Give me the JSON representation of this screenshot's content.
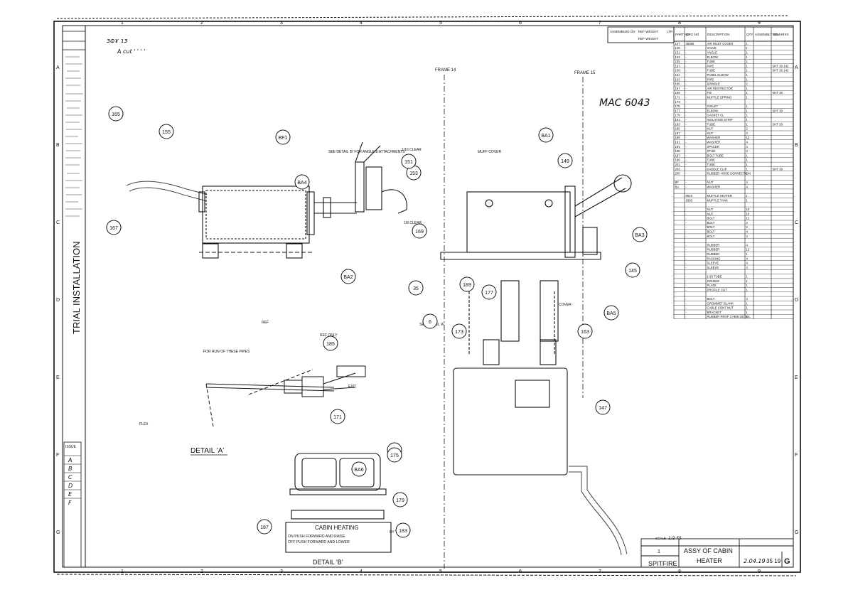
{
  "drawing": {
    "mac_number": "MAC 6043",
    "side_label": "TRIAL INSTALLATION",
    "stamp_handwritten": "2.04.19",
    "frame_left": "FRAME 14",
    "frame_right": "FRAME 15",
    "detail_a_label": "DETAIL 'A'",
    "detail_b_label": "DETAIL 'B'",
    "cabin_heating": {
      "title": "CABIN HEATING",
      "line1": "ON PUSH FORWARD AND RAISE",
      "line2": "OFF PUSH FORWARD AND LOWER"
    },
    "notes": {
      "ref_only": "REF ONLY",
      "detail_b_pos": "SEE DETAIL 'B' FOR ANGLE & ATTACHMENTS",
      "first_run": "FOR RUN OF THESE PIPES",
      "see_detail_a": "SEE DETAIL 'A'",
      "muff_cover": "MUFF COVER",
      "cover": "COVER",
      "clear_1": "1/8 CLEAR",
      "clear_2": "1/16 CLEAR",
      "exit": "EXIT",
      "ref": "REF",
      "flex": "FLEX",
      "by_trial": "BY TRIAL"
    },
    "balloons": [
      "155",
      "167",
      "165",
      "153",
      "151",
      "149",
      "181",
      "179",
      "183",
      "187",
      "189",
      "173",
      "171",
      "177",
      "147",
      "163",
      "185",
      "145",
      "175",
      "169",
      "35",
      "6",
      "BF1",
      "BA1",
      "BA2",
      "BA3",
      "BA4",
      "BA5",
      "BA6"
    ]
  },
  "parts_header": {
    "assembled_on": "ASSEMBLED ON",
    "ref_weight": "REF WEIGHT",
    "ltr": "LTR",
    "part_no": "PART NO",
    "drg_no": "DRG NO",
    "description": "DESCRIPTION",
    "qty": "QTY",
    "assembly_on": "ASSEMBLY ON",
    "remarks": "REMARKS"
  },
  "parts_list": [
    {
      "item": "147",
      "drg": "35096",
      "desc": "AIR INLET COVER",
      "qty": "1",
      "rem": ""
    },
    {
      "item": "149",
      "drg": "-",
      "desc": "VALVE",
      "qty": "1",
      "rem": ""
    },
    {
      "item": "151",
      "drg": "-",
      "desc": "ANGLE",
      "qty": "1",
      "rem": ""
    },
    {
      "item": "153",
      "drg": "-",
      "desc": "ELBOW",
      "qty": "1",
      "rem": ""
    },
    {
      "item": "155",
      "drg": "-",
      "desc": "TUBE",
      "qty": "1",
      "rem": ""
    },
    {
      "item": "157",
      "drg": "-",
      "desc": "PIPE",
      "qty": "1",
      "rem": "SHT 30 142"
    },
    {
      "item": "159",
      "drg": "-",
      "desc": "TUBE",
      "qty": "1",
      "rem": "SHT 30 142"
    },
    {
      "item": "161",
      "drg": "-",
      "desc": "PANEL ELBOW",
      "qty": "1",
      "rem": ""
    },
    {
      "item": "163",
      "drg": "-",
      "desc": "PIPE",
      "qty": "1",
      "rem": ""
    },
    {
      "item": "165",
      "drg": "-",
      "desc": "SPINDLE",
      "qty": "2",
      "rem": ""
    },
    {
      "item": "167",
      "drg": "-",
      "desc": "AIR RESTRICTOR",
      "qty": "1",
      "rem": ""
    },
    {
      "item": "169",
      "drg": "-",
      "desc": "TIE",
      "qty": "1",
      "rem": "SHT 30"
    },
    {
      "item": "171",
      "drg": "-",
      "desc": "MUFFLE SPRING",
      "qty": "1",
      "rem": ""
    },
    {
      "item": "173",
      "drg": "-",
      "desc": "",
      "qty": "",
      "rem": ""
    },
    {
      "item": "175",
      "drg": "-",
      "desc": "3 INLET",
      "qty": "1",
      "rem": ""
    },
    {
      "item": "177",
      "drg": "-",
      "desc": "ELBOW",
      "qty": "1",
      "rem": "SHT 30"
    },
    {
      "item": "179",
      "drg": "-",
      "desc": "GASKET CL",
      "qty": "1",
      "rem": ""
    },
    {
      "item": "181",
      "drg": "-",
      "desc": "ISOLATING STRIP",
      "qty": "1",
      "rem": ""
    },
    {
      "item": "183",
      "drg": "-",
      "desc": "TUBE",
      "qty": "1",
      "rem": "SHT 30"
    },
    {
      "item": "185",
      "drg": "-",
      "desc": "NUT",
      "qty": "2",
      "rem": ""
    },
    {
      "item": "187",
      "drg": "-",
      "desc": "NUT",
      "qty": "2",
      "rem": ""
    },
    {
      "item": "189",
      "drg": "-",
      "desc": "WASHER",
      "qty": "12",
      "rem": ""
    },
    {
      "item": "191",
      "drg": "-",
      "desc": "WASHER",
      "qty": "4",
      "rem": ""
    },
    {
      "item": "193",
      "drg": "-",
      "desc": "SPACER",
      "qty": "4",
      "rem": ""
    },
    {
      "item": "195",
      "drg": "-",
      "desc": "STUD",
      "qty": "2",
      "rem": ""
    },
    {
      "item": "197",
      "drg": "-",
      "desc": "BOLT TUBE",
      "qty": "1",
      "rem": ""
    },
    {
      "item": "199",
      "drg": "-",
      "desc": "TUBE",
      "qty": "1",
      "rem": ""
    },
    {
      "item": "201",
      "drg": "-",
      "desc": "TUBE",
      "qty": "1",
      "rem": ""
    },
    {
      "item": "203",
      "drg": "-",
      "desc": "SADDLE CLIP",
      "qty": "1",
      "rem": "SHT 30"
    },
    {
      "item": "205",
      "drg": "-",
      "desc": "RUBBER HOSE CONNECTION",
      "qty": "1",
      "rem": ""
    },
    {
      "item": "",
      "drg": "",
      "desc": "",
      "qty": "",
      "rem": ""
    },
    {
      "item": "BF",
      "drg": "-",
      "desc": "NUT",
      "qty": "4",
      "rem": ""
    },
    {
      "item": "BA",
      "drg": "-",
      "desc": "WASHER",
      "qty": "4",
      "rem": ""
    },
    {
      "item": "",
      "drg": "",
      "desc": "",
      "qty": "",
      "rem": ""
    },
    {
      "item": "",
      "drg": "9510",
      "desc": "MUFFLE HEATER",
      "qty": "1",
      "rem": ""
    },
    {
      "item": "",
      "drg": "1683",
      "desc": "MUFFLE TANK",
      "qty": "1",
      "rem": ""
    },
    {
      "item": "",
      "drg": "",
      "desc": "",
      "qty": "",
      "rem": ""
    },
    {
      "item": "",
      "drg": "-",
      "desc": "NUT",
      "qty": "10",
      "rem": ""
    },
    {
      "item": "",
      "drg": "-",
      "desc": "NUT",
      "qty": "10",
      "rem": ""
    },
    {
      "item": "",
      "drg": "-",
      "desc": "BOLT",
      "qty": "12",
      "rem": ""
    },
    {
      "item": "",
      "drg": "-",
      "desc": "BOLT",
      "qty": "2",
      "rem": ""
    },
    {
      "item": "",
      "drg": "-",
      "desc": "BOLT",
      "qty": "2",
      "rem": ""
    },
    {
      "item": "",
      "drg": "-",
      "desc": "BOLT",
      "qty": "4",
      "rem": ""
    },
    {
      "item": "",
      "drg": "-",
      "desc": "BOLT",
      "qty": "4",
      "rem": ""
    },
    {
      "item": "",
      "drg": "",
      "desc": "",
      "qty": "",
      "rem": ""
    },
    {
      "item": "",
      "drg": "-",
      "desc": "RUBBER",
      "qty": "4",
      "rem": ""
    },
    {
      "item": "",
      "drg": "-",
      "desc": "RUBBER",
      "qty": "12",
      "rem": ""
    },
    {
      "item": "",
      "drg": "-",
      "desc": "RUBBER",
      "qty": "1",
      "rem": ""
    },
    {
      "item": "",
      "drg": "-",
      "desc": "PACKING",
      "qty": "4",
      "rem": ""
    },
    {
      "item": "",
      "drg": "-",
      "desc": "SLEEVE",
      "qty": "4",
      "rem": ""
    },
    {
      "item": "",
      "drg": "-",
      "desc": "SLEEVE",
      "qty": "4",
      "rem": ""
    },
    {
      "item": "",
      "drg": "",
      "desc": "",
      "qty": "",
      "rem": ""
    },
    {
      "item": "",
      "drg": "-",
      "desc": "1/16 TUBE",
      "qty": "1",
      "rem": ""
    },
    {
      "item": "",
      "drg": "-",
      "desc": "DOUBLE",
      "qty": "1",
      "rem": ""
    },
    {
      "item": "",
      "drg": "-",
      "desc": "PLATE",
      "qty": "1",
      "rem": ""
    },
    {
      "item": "",
      "drg": "-",
      "desc": "PROFILE CUT",
      "qty": "1",
      "rem": ""
    },
    {
      "item": "",
      "drg": "",
      "desc": "",
      "qty": "",
      "rem": ""
    },
    {
      "item": "",
      "drg": "-",
      "desc": "BOLT",
      "qty": "4",
      "rem": ""
    },
    {
      "item": "",
      "drg": "-",
      "desc": "GROMMET BLANK",
      "qty": "1",
      "rem": ""
    },
    {
      "item": "",
      "drg": "-",
      "desc": "CABLE CONT NUT",
      "qty": "1",
      "rem": ""
    },
    {
      "item": "",
      "drg": "-",
      "desc": "BRACKET",
      "qty": "1",
      "rem": ""
    },
    {
      "item": "",
      "drg": "-",
      "desc": "RUBBER PROF CABIN DETAIL",
      "qty": "1",
      "rem": ""
    }
  ],
  "title_block": {
    "scale_label": "SCALE",
    "scale": "1/2 FS",
    "title_line1": "ASSY OF CABIN",
    "title_line2": "HEATER",
    "aircraft": "SPITFIRE",
    "drawing_no": "35 19",
    "issue": "G",
    "quantity": "1"
  },
  "revisions": {
    "header": "ISSUE",
    "letters": [
      "A",
      "B",
      "C",
      "D",
      "E",
      "F"
    ]
  },
  "grid": {
    "columns": [
      "1",
      "2",
      "3",
      "4",
      "5",
      "6",
      "7",
      "8",
      "9"
    ],
    "rows": [
      "A",
      "B",
      "C",
      "D",
      "E",
      "F",
      "G"
    ]
  },
  "colors": {
    "ink": "#111111",
    "paper": "#ffffff"
  }
}
